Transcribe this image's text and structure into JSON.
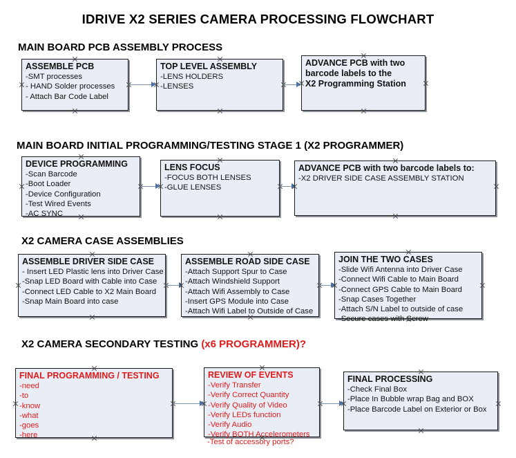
{
  "title": "IDRIVE X2  SERIES CAMERA PROCESSING FLOWCHART",
  "colors": {
    "node_fill": "#e9eef6",
    "node_border": "#1a1a1a",
    "text": "#111111",
    "accent_red": "#e01b1b",
    "connector": "#7d92ad",
    "arrowhead": "#4a72a8"
  },
  "sections": [
    {
      "header": "MAIN BOARD PCB ASSEMBLY PROCESS",
      "header_accent": "",
      "nodes": [
        {
          "title": "ASSEMBLE PCB",
          "items": [
            "-SMT processes",
            "- HAND Solder processes",
            "- Attach Bar Code Label"
          ]
        },
        {
          "title": "TOP LEVEL ASSEMBLY",
          "items": [
            "-LENS HOLDERS",
            "-LENSES"
          ]
        },
        {
          "title": "ADVANCE PCB with two",
          "items": [
            "barcode labels to the",
            " X2 Programming Station"
          ]
        }
      ]
    },
    {
      "header": "MAIN BOARD INITIAL PROGRAMMING/TESTING STAGE 1 (X2 PROGRAMMER)",
      "header_accent": "",
      "nodes": [
        {
          "title": "DEVICE PROGRAMMING",
          "items": [
            "-Scan Barcode",
            "-Boot Loader",
            "-Device Configuration",
            "-Test Wired Events",
            "-AC SYNC"
          ]
        },
        {
          "title": "LENS FOCUS",
          "items": [
            "-FOCUS BOTH LENSES",
            "-GLUE LENSES"
          ]
        },
        {
          "title": "ADVANCE PCB with two barcode labels to:",
          "items": [
            "-X2 DRIVER  SIDE  CASE  ASSEMBLY STATION"
          ]
        }
      ]
    },
    {
      "header": "X2 CAMERA CASE ASSEMBLIES",
      "header_accent": "",
      "nodes": [
        {
          "title": "ASSEMBLE DRIVER SIDE CASE",
          "items": [
            "- Insert LED Plastic lens into Driver Case",
            "-Snap LED Board with Cable into Case",
            "-Connect LED Cable to X2 Main Board",
            "-Snap Main Board into case"
          ]
        },
        {
          "title": "ASSEMBLE ROAD SIDE CASE",
          "items": [
            "-Attach Support Spur to Case",
            "-Attach Windshield Support",
            "-Attach Wifi Assembly to Case",
            "-Insert GPS Module into Case",
            "-Attach Wifi Label to Outside of Case"
          ]
        },
        {
          "title": "JOIN THE TWO CASES",
          "items": [
            "-Slide Wifi Antenna into Driver Case",
            "-Connect Wifi Cable to Main Board",
            "-Connect GPS Cable to Main Board",
            "-Snap Cases Together",
            "-Attach S/N Label to outside of case",
            "-Secure cases with Screw"
          ]
        }
      ]
    },
    {
      "header": "X2 CAMERA SECONDARY TESTING ",
      "header_accent": "(x6 PROGRAMMER)?",
      "nodes": [
        {
          "title": "FINAL PROGRAMMING / TESTING",
          "items": [
            "-need",
            "-to",
            "-know",
            "-what",
            "-goes",
            "-here"
          ]
        },
        {
          "title": "REVIEW OF EVENTS",
          "items": [
            "-Verify Transfer",
            "-Verify Correct Quantity",
            "-Verify Quality of Video",
            "-Verify LEDs function",
            "-Verify Audio",
            "-Verify BOTH Accelerometers"
          ],
          "overflow_item": "-Test of accessory ports?"
        },
        {
          "title": "FINAL PROCESSING",
          "items": [
            " -Check Final Box",
            "-Place In Bubble wrap Bag and BOX",
            "-Place Barcode Label on Exterior or Box"
          ]
        }
      ]
    }
  ]
}
